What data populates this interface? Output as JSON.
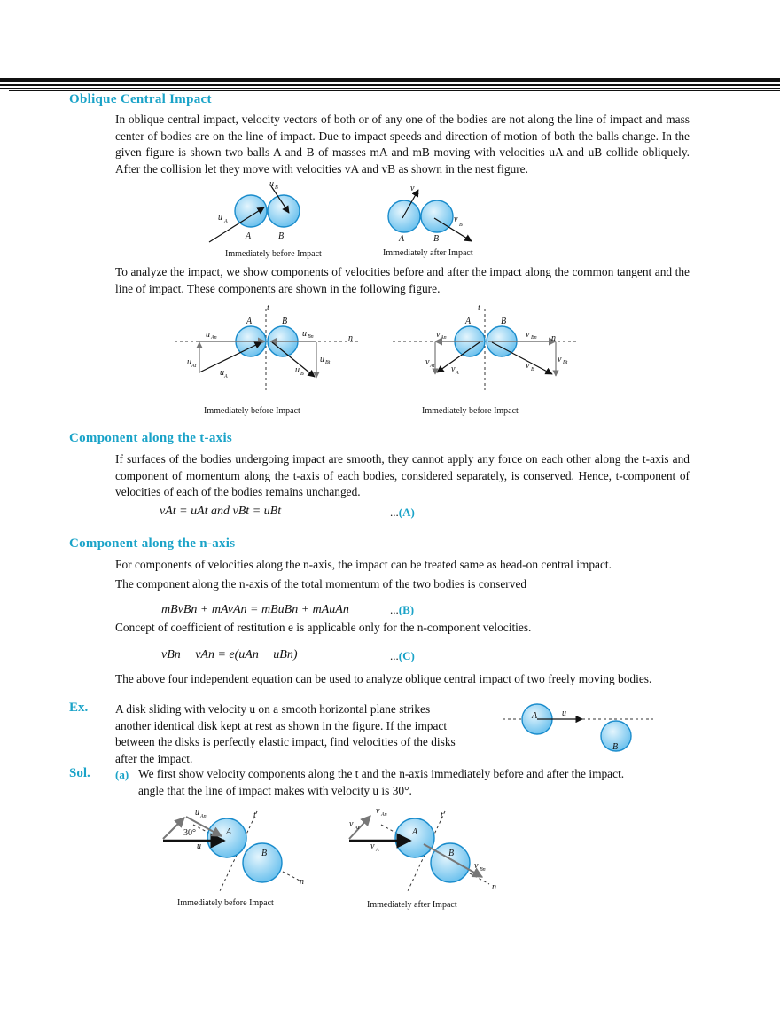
{
  "sections": {
    "oblique": {
      "heading": "Oblique Central Impact",
      "para1": "In oblique central impact, velocity vectors of both or of any one of the bodies are not along the line of impact and mass center of bodies are on the line of impact. Due to impact speeds and direction of motion of both the balls change. In the given figure is shown two balls A and B of masses mA and mB moving with velocities uA and uB collide obliquely. After the collision let they move with velocities vA and vB as shown in the nest figure.",
      "para2": "To analyze the impact, we show components of velocities before and after the impact along the common tangent and the line of impact. These components are shown in the following figure."
    },
    "t_axis": {
      "heading": "Component along the t-axis",
      "para": "If surfaces of the bodies undergoing impact are smooth, they cannot apply any force on each other along the t-axis and component of momentum along the t-axis of each bodies, considered separately, is conserved. Hence, t-component of velocities of each of the bodies remains unchanged.",
      "equation": "vAt = uAt and vBt = uBt",
      "tag_prefix": "...",
      "tag": "(A)"
    },
    "n_axis": {
      "heading": "Component along the n-axis",
      "line1": "For components of velocities along the n-axis, the impact can be treated same as head-on central impact.",
      "line2": "The component along the n-axis of the total momentum of the two bodies is conserved",
      "equation_b": "mBvBn + mAvAn = mBuBn + mAuAn",
      "tag_b": "(B)",
      "line3": "Concept of coefficient of restitution e is applicable only for the n-component velocities.",
      "equation_c": "vBn − vAn = e(uAn − uBn)",
      "tag_c": "(C)",
      "line4": "The above four independent equation can be used to analyze oblique central impact of two freely moving bodies."
    },
    "example": {
      "label": "Ex.",
      "text": "A disk sliding with velocity u on a smooth horizontal plane strikes another identical disk kept at rest as shown in the figure. If the impact between the disks is perfectly elastic impact, find velocities of the disks after the impact."
    },
    "solution": {
      "label": "Sol.",
      "part": "(a)",
      "line1": "We first show velocity components along the t and the n-axis immediately before and after the impact.",
      "line2": "angle that the line of impact makes with velocity u is 30°."
    }
  },
  "figures": {
    "fig1_before_caption": "Immediately before Impact",
    "fig1_after_caption": "Immediately after Impact",
    "fig2_left_caption": "Immediately before Impact",
    "fig2_right_caption": "Immediately before Impact",
    "fig4_before_caption": "Immediately before Impact",
    "fig4_after_caption": "Immediately after Impact",
    "ball_a": "A",
    "ball_b": "B",
    "axis_t": "t",
    "axis_n": "n",
    "u": "u",
    "angle": "30°"
  },
  "colors": {
    "heading": "#1aa3c8",
    "ball": "#8fd0f2",
    "ball_edge": "#1a8ccc"
  }
}
